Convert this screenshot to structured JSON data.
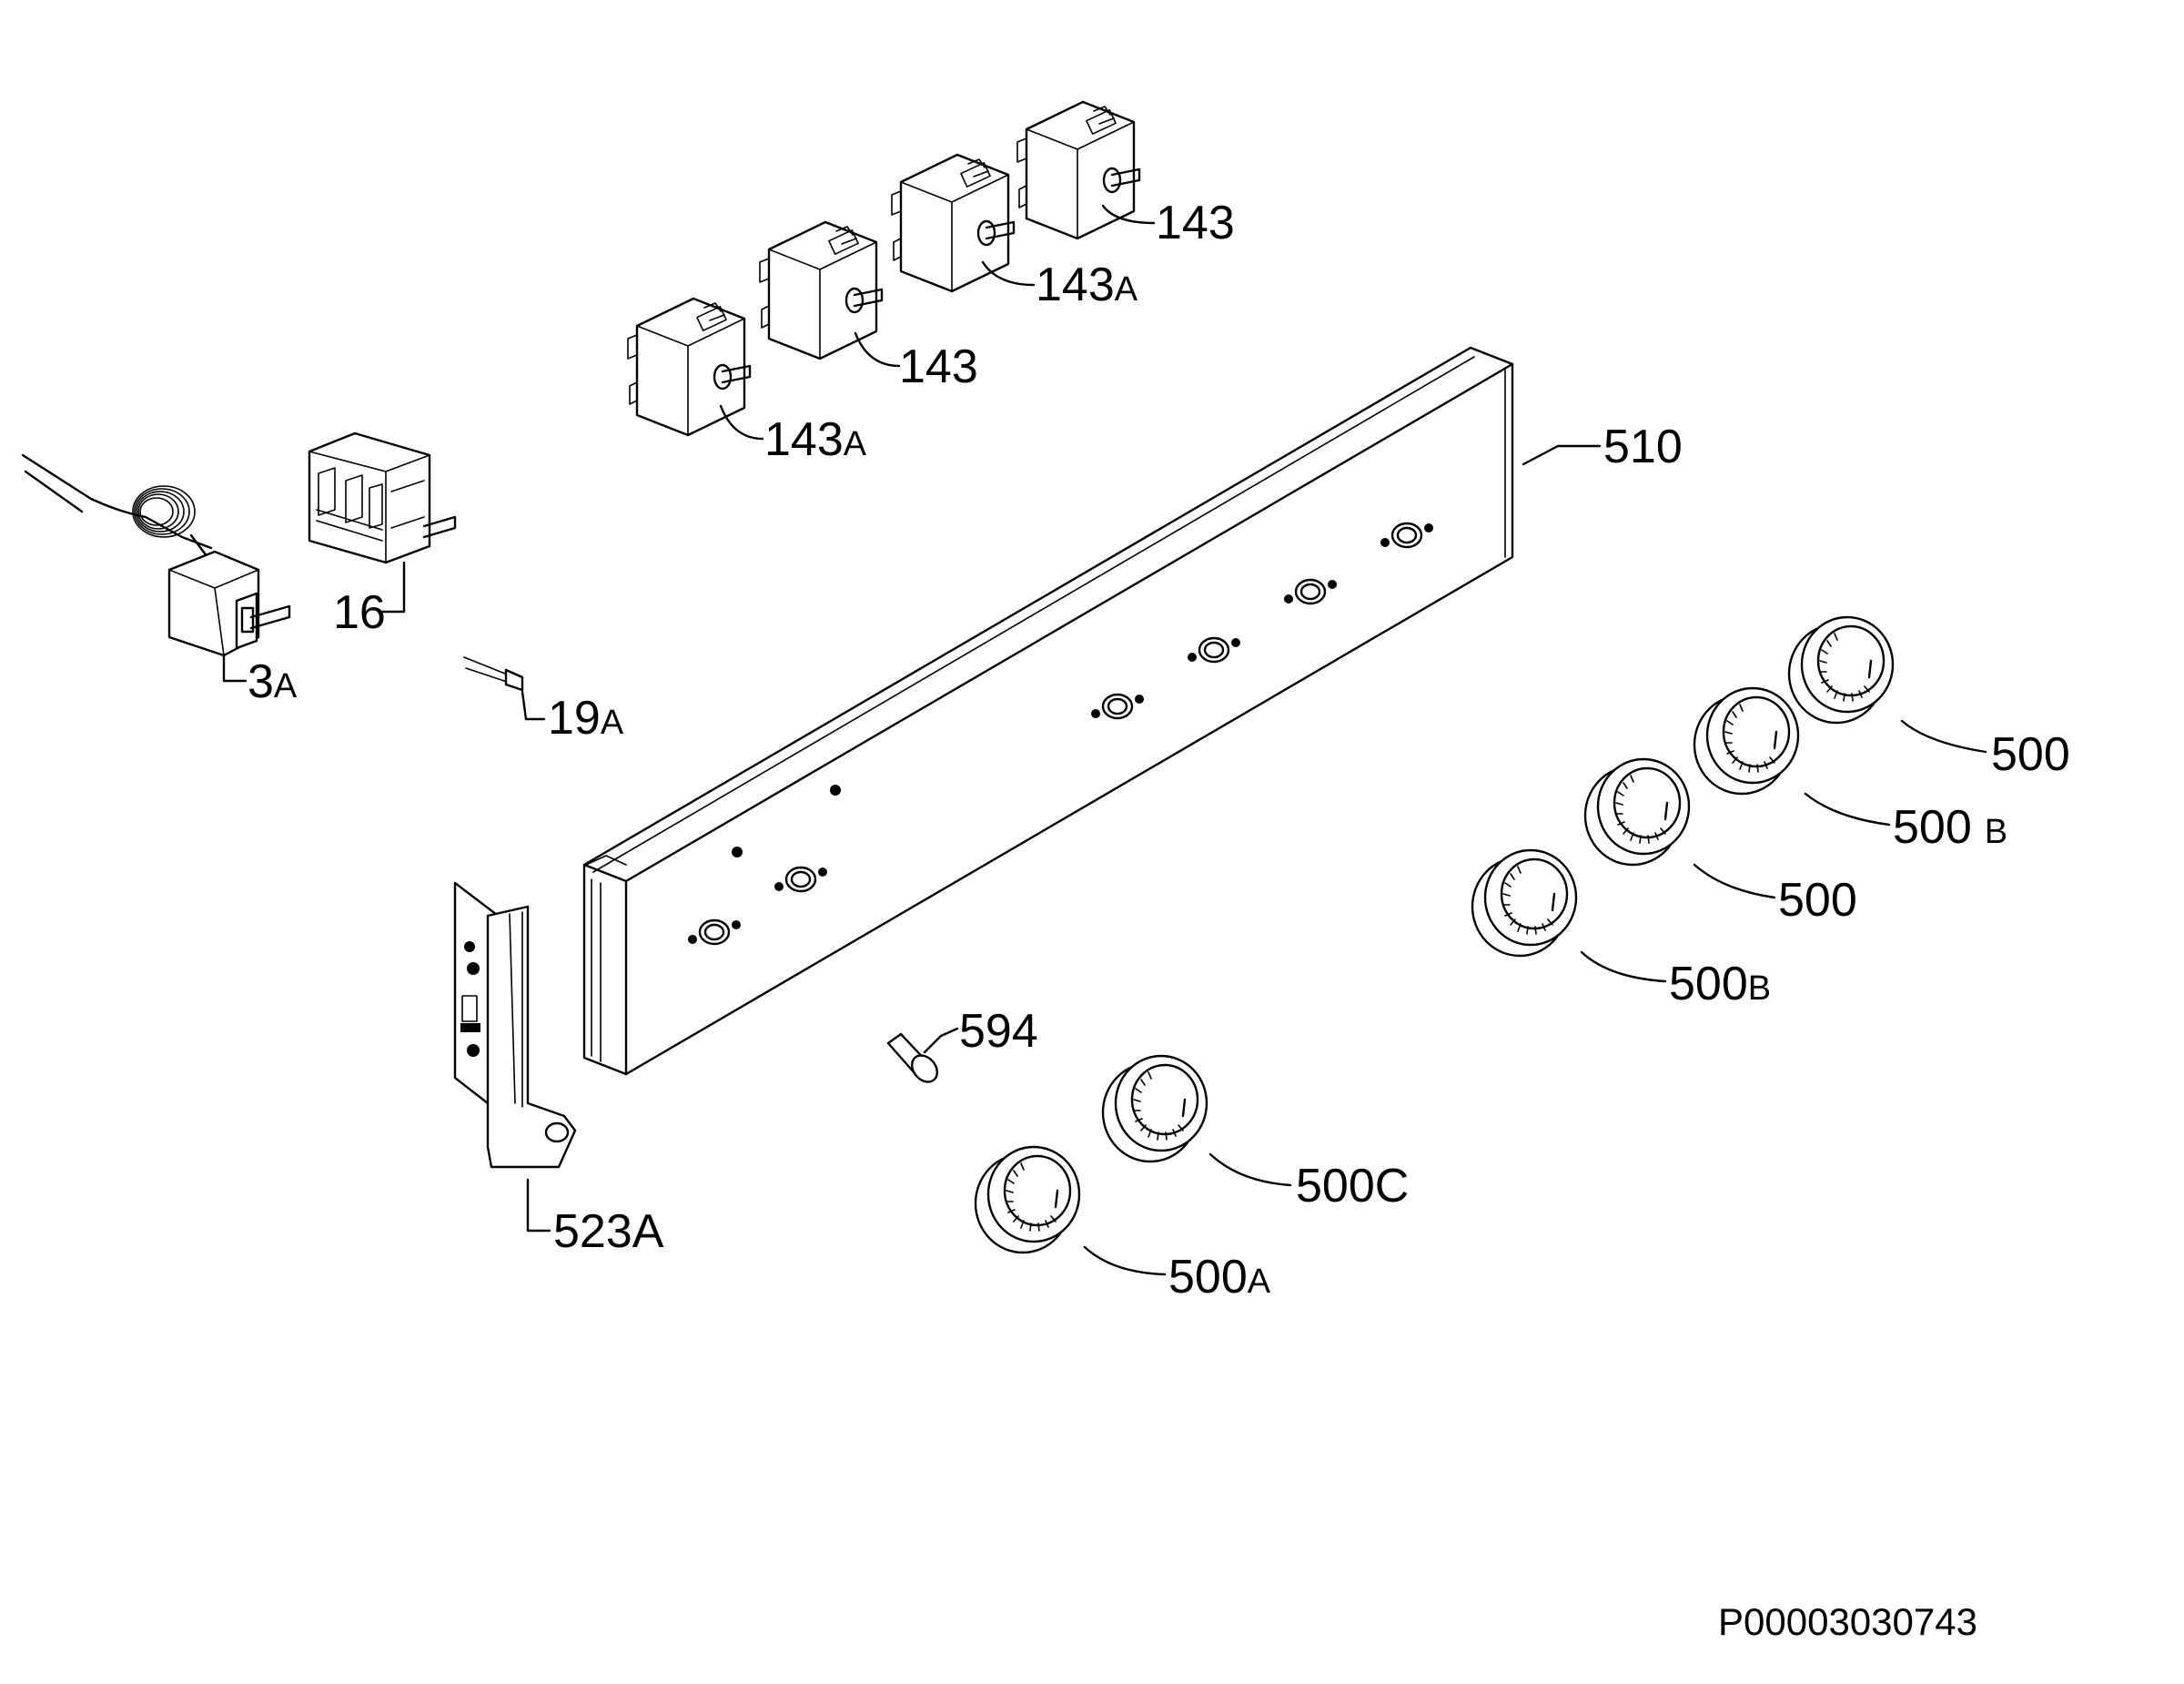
{
  "labels": {
    "l143_top": "143",
    "l143a_upper": "143",
    "l143a_upper_suffix": "A",
    "l143_mid": "143",
    "l143a_lower": "143",
    "l143a_lower_suffix": "A",
    "l510": "510",
    "l16": "16",
    "l3a": "3",
    "l3a_suffix": "A",
    "l19a": "19",
    "l19a_suffix": "A",
    "l500_1": "500",
    "l500b_1": "500",
    "l500b_1_suffix": "B",
    "l500_2": "500",
    "l500b_2": "500",
    "l500b_2_suffix": "B",
    "l594": "594",
    "l500c": "500C",
    "l500a": "500",
    "l500a_suffix": "A",
    "l523a": "523A"
  },
  "reference_code": "P00003030743",
  "icons": [
    "thermostat-icon",
    "switch-icon",
    "energy-regulator-icon",
    "control-knob-icon",
    "control-panel-icon",
    "bracket-icon",
    "pin-icon",
    "lamp-holder-icon"
  ]
}
